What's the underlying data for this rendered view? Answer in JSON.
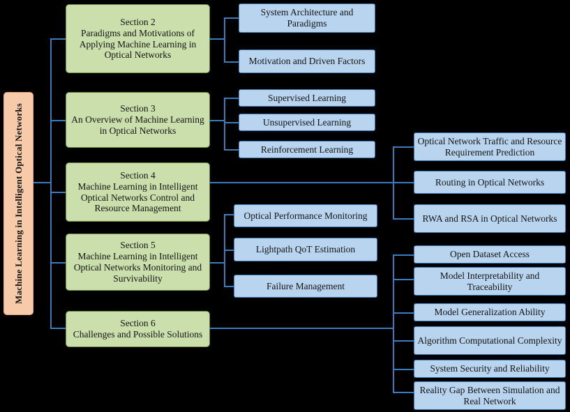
{
  "diagram": {
    "title": "Machine Learning in Intelligent Optical Networks",
    "type": "tree-diagram",
    "background_color": "#000000",
    "palette": {
      "root_fill": "#f7cbaa",
      "root_border": "#e8a87c",
      "section_fill": "#cadfac",
      "section_border": "#6c8a3f",
      "leaf_fill": "#b8d4ef",
      "leaf_border": "#3a77b5",
      "edge_color": "#3a7cbe",
      "text_color": "#141414"
    }
  },
  "root": {
    "label": "Machine Learning in Intelligent Optical Networks",
    "orientation": "vertical"
  },
  "sections": [
    {
      "id": "section-2",
      "heading": "Section 2",
      "title": "Paradigms and Motivations of Applying Machine Learning in Optical Networks",
      "label": "Section 2\nParadigms and Motivations of Applying Machine Learning in Optical Networks",
      "children": [
        {
          "id": "s2-c1",
          "label": "System Architecture and Paradigms"
        },
        {
          "id": "s2-c2",
          "label": "Motivation and Driven Factors"
        }
      ]
    },
    {
      "id": "section-3",
      "heading": "Section 3",
      "title": "An Overview of Machine Learning in Optical Networks",
      "label": "Section 3\nAn Overview of Machine Learning in Optical Networks",
      "children": [
        {
          "id": "s3-c1",
          "label": "Supervised Learning"
        },
        {
          "id": "s3-c2",
          "label": "Unsupervised Learning"
        },
        {
          "id": "s3-c3",
          "label": "Reinforcement Learning"
        }
      ]
    },
    {
      "id": "section-4",
      "heading": "Section 4",
      "title": "Machine Learning in Intelligent Optical Networks Control and Resource Management",
      "label": "Section 4\nMachine Learning in Intelligent Optical Networks Control and Resource Management",
      "children": [
        {
          "id": "s4-c1",
          "label": "Optical Network Traffic and Resource Requirement Prediction"
        },
        {
          "id": "s4-c2",
          "label": "Routing in Optical Networks"
        },
        {
          "id": "s4-c3",
          "label": "RWA and RSA in Optical Networks"
        }
      ]
    },
    {
      "id": "section-5",
      "heading": "Section 5",
      "title": "Machine Learning in Intelligent Optical Networks Monitoring and Survivability",
      "label": "Section 5\nMachine Learning in Intelligent Optical Networks Monitoring and Survivability",
      "children": [
        {
          "id": "s5-c1",
          "label": "Optical Performance Monitoring"
        },
        {
          "id": "s5-c2",
          "label": "Lightpath QoT Estimation"
        },
        {
          "id": "s5-c3",
          "label": "Failure Management"
        }
      ]
    },
    {
      "id": "section-6",
      "heading": "Section 6",
      "title": "Challenges and Possible Solutions",
      "label": "Section 6\nChallenges and Possible Solutions",
      "children": [
        {
          "id": "s6-c1",
          "label": "Open Dataset Access"
        },
        {
          "id": "s6-c2",
          "label": "Model Interpretability and Traceability"
        },
        {
          "id": "s6-c3",
          "label": "Model Generalization Ability"
        },
        {
          "id": "s6-c4",
          "label": "Algorithm Computational Complexity"
        },
        {
          "id": "s6-c5",
          "label": "System Security and Reliability"
        },
        {
          "id": "s6-c6",
          "label": "Reality Gap Between Simulation and Real Network"
        }
      ]
    }
  ]
}
